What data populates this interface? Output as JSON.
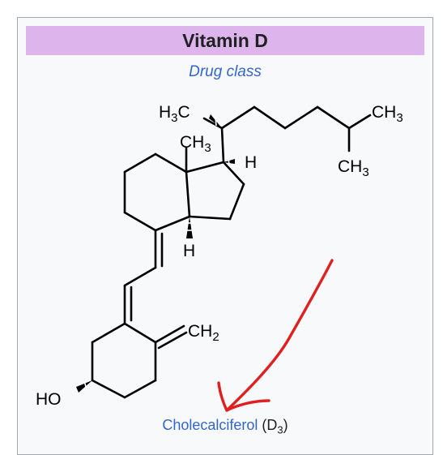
{
  "infobox": {
    "title": "Vitamin D",
    "subtitle": "Drug class"
  },
  "structure": {
    "labels": {
      "h3c_top": "H",
      "h3c_top_sub": "3",
      "h3c_top_c": "C",
      "ch3_right": "CH",
      "ch3_right_sub": "3",
      "ch3_left": "CH",
      "ch3_left_sub": "3",
      "ch3_bottom": "CH",
      "ch3_bottom_sub": "3",
      "h_right": "H",
      "h_bottom": "H",
      "ch2": "CH",
      "ch2_sub": "2",
      "ho": "HO"
    }
  },
  "annotation": {
    "arrow_color": "#e02020"
  },
  "caption": {
    "link_text": "Cholecalciferol",
    "paren_open": " (D",
    "subscript": "3",
    "paren_close": ")"
  }
}
